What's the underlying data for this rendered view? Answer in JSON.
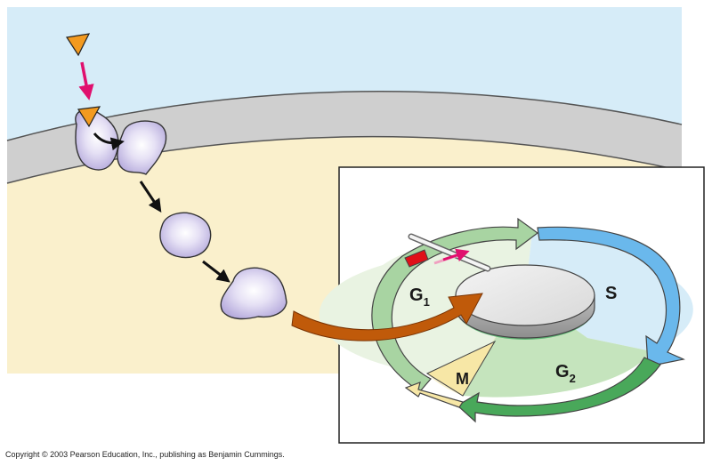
{
  "cycle": {
    "phases": {
      "g1": {
        "letter": "G",
        "sub": "1"
      },
      "s": {
        "letter": "S"
      },
      "g2": {
        "letter": "G",
        "sub": "2"
      },
      "m": {
        "letter": "M"
      }
    }
  },
  "footer": {
    "copyright": "Copyright © 2003 Pearson Education, Inc., publishing as Benjamin Cummings."
  },
  "colors": {
    "extracellular": "#d6ecf8",
    "membrane": "#cfcfcf",
    "cytoplasm": "#faf0cc",
    "protein": "#c6bde6",
    "signal": "#f39a1f",
    "signal_arrow": "#e0106e",
    "big_arrow": "#c05a0a",
    "g1_band": "#a8d4a2",
    "s_band": "#6ab8ec",
    "g2_band": "#49a85a",
    "m_band": "#f7e7a6",
    "checkpoint": "#e01018"
  },
  "icons": [
    "signal-molecule-icon",
    "receptor-icon",
    "relay-protein-icon",
    "cycle-control-disk-icon",
    "checkpoint-bar-icon"
  ]
}
